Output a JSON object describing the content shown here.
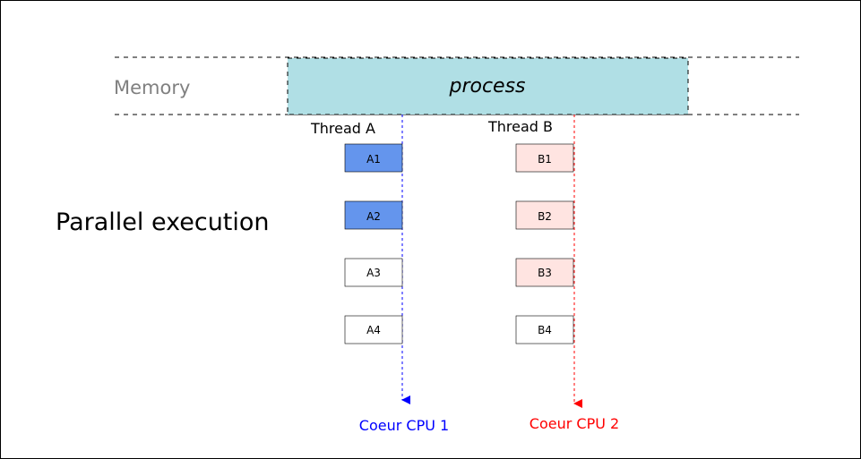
{
  "memory_label": "Memory",
  "process_label": "process",
  "title": "Parallel execution",
  "threads": [
    {
      "label": "Thread A",
      "core_label": "Coeur CPU 1",
      "core_color": "#0000ff",
      "tasks": [
        {
          "label": "A1",
          "state": "active"
        },
        {
          "label": "A2",
          "state": "active"
        },
        {
          "label": "A3",
          "state": "pending"
        },
        {
          "label": "A4",
          "state": "pending"
        }
      ]
    },
    {
      "label": "Thread B",
      "core_label": "Coeur CPU 2",
      "core_color": "#ff0000",
      "tasks": [
        {
          "label": "B1",
          "state": "active"
        },
        {
          "label": "B2",
          "state": "active"
        },
        {
          "label": "B3",
          "state": "active"
        },
        {
          "label": "B4",
          "state": "pending"
        }
      ]
    }
  ],
  "colors": {
    "process_fill": "#b0dfe5",
    "thread_a_active_fill": "#6495ed",
    "thread_b_active_fill": "#ffe4e1",
    "pending_fill": "#ffffff",
    "memory_text": "#808080"
  }
}
